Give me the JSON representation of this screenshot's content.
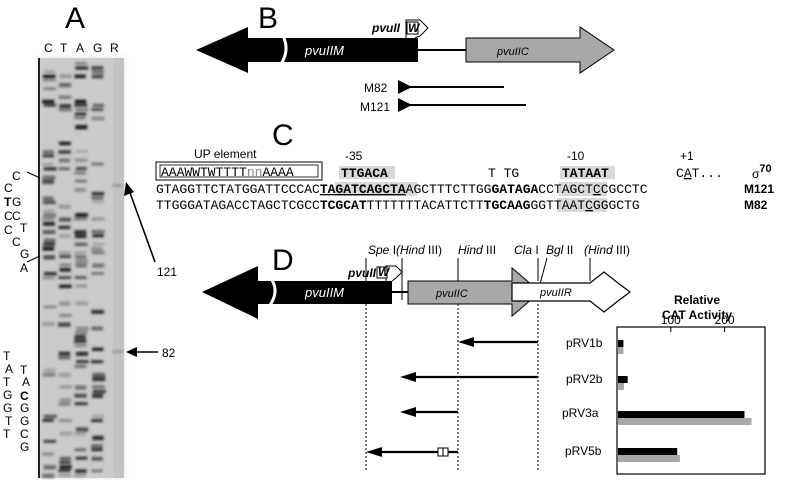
{
  "panelA": {
    "letter": "A",
    "lanes": [
      "C",
      "T",
      "A",
      "G",
      "R"
    ],
    "upper_seq": [
      "C",
      "C",
      "T",
      "G",
      "C",
      "C",
      "T",
      "C",
      "C",
      "G",
      "A"
    ],
    "lower_left": [
      "T",
      "A",
      "T",
      "G",
      "G",
      "T",
      "T"
    ],
    "lower_right": [
      "T",
      "A",
      "C",
      "G",
      "G",
      "C",
      "G"
    ],
    "marker_121": "121",
    "marker_82": "82"
  },
  "panelB": {
    "letter": "B",
    "gene_left": "pvuIIM",
    "gene_right": "pvuIIC",
    "promoter_label": "pvuII",
    "promoter_box": "W",
    "frag1": "M82",
    "frag2": "M121"
  },
  "panelC": {
    "letter": "C",
    "up_label": "UP element",
    "up_seq_a": "AAAWWTWTTTT",
    "up_seq_n": "nn",
    "up_seq_b": "AAAA",
    "minus35": "-35",
    "cons35": "TTGACA",
    "tg": "T TG",
    "minus10": "-10",
    "cons10": "TATAAT",
    "plus1": "+1",
    "cat_a": "C",
    "cat_b": "A",
    "cat_c": "T...",
    "sigma": "σ",
    "sigma_sup": "70",
    "seq1": {
      "p1": "GTAGGTTCTATGGATTCCCAC",
      "p2": "TAGATCAGCTA",
      "p3": "AGCTTTCTTGG",
      "p4": "GATAGA",
      "p5": "CCTAGCT",
      "p6": "C",
      "p7": "CGCCTC",
      "name": "M121"
    },
    "seq2": {
      "p1": "TTGGGATAGACCTAGCTCGCC",
      "p2": "TCGCAT",
      "p3": "TTTTTTTACATTCTT",
      "p4": "TGCAAG",
      "p5": "GGTTAAT",
      "p6": "C",
      "p7": "GGGCTG",
      "name": "M82"
    }
  },
  "panelD": {
    "letter": "D",
    "sites": {
      "spe": "Spe",
      "spe_roman": "I",
      "hind1": "(Hind",
      "hind1_r": "III)",
      "hind2": "Hind",
      "hind2_r": "III",
      "cla": "Cla",
      "cla_r": "I",
      "bgl": "Bgl",
      "bgl_r": "II",
      "hind3": "(Hind",
      "hind3_r": "III)"
    },
    "gene_m": "pvuIIM",
    "gene_c": "pvuIIC",
    "gene_r": "pvuIIR",
    "promoter_label": "pvuII",
    "promoter_box": "W",
    "cat_title_1": "Relative",
    "cat_title_2": "CAT Activity",
    "constructs": [
      "pRV1b",
      "pRV2b",
      "pRV3a",
      "pRV5b"
    ]
  },
  "chart_data": {
    "type": "bar",
    "title": "Relative CAT Activity",
    "categories": [
      "pRV1b",
      "pRV2b",
      "pRV3a",
      "pRV5b"
    ],
    "series": [
      {
        "values": [
          10,
          18,
          235,
          110
        ]
      },
      {
        "values": [
          10,
          11,
          248,
          115
        ]
      }
    ],
    "xticks": [
      100,
      200
    ],
    "xlim": [
      0,
      275
    ],
    "orientation": "horizontal",
    "colors": [
      "#000000",
      "#a8a8a8"
    ]
  }
}
